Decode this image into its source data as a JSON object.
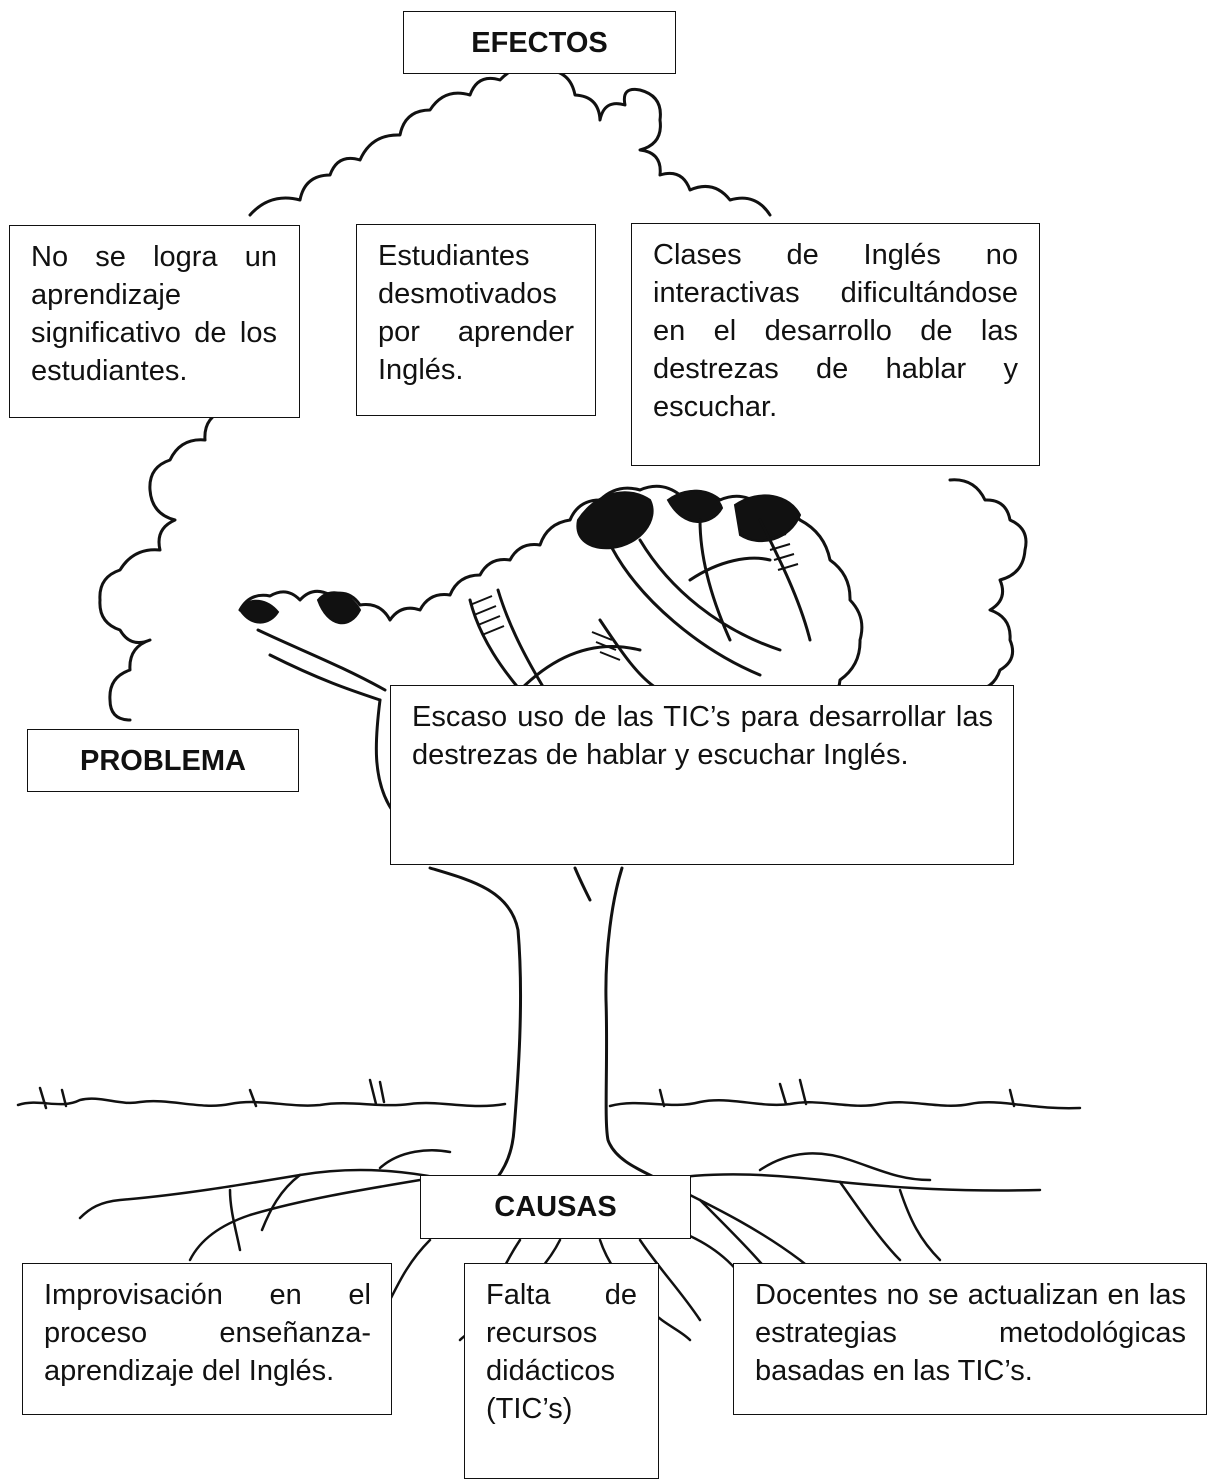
{
  "diagram": {
    "effects_label": "EFECTOS",
    "problem_label": "PROBLEMA",
    "causes_label": "CAUSAS",
    "effects": [
      "No se logra un aprendizaje significativo de los estudiantes.",
      "Estudiantes desmotivados por aprender Inglés.",
      "Clases de Inglés no interactivas dificultándose en el desarrollo de las destrezas de hablar y escuchar."
    ],
    "problem": "Escaso uso de las TIC’s para desarrollar las destrezas de hablar y escuchar Inglés.",
    "causes": [
      "Improvisación en el proceso enseñanza-aprendizaje del Inglés.",
      "Falta de recursos didácticos (TIC’s)",
      "Docentes no se actualizan en las estrategias metodológicas basadas en las TIC’s."
    ],
    "colors": {
      "line": "#111111",
      "background": "#ffffff"
    }
  }
}
